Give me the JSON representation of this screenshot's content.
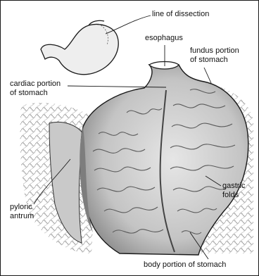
{
  "labels": {
    "line_of_dissection": "line of dissection",
    "esophagus": "esophagus",
    "fundus": "fundus portion\nof stomach",
    "cardiac": "cardiac portion\nof stomach",
    "gastric_folds": "gastric\nfolds",
    "pyloric_antrum": "pyloric\nantrum",
    "body": "body portion of stomach"
  },
  "colors": {
    "ink": "#1a1a1a",
    "tissue": "#d9d9d9",
    "mucosa": "#bdbdbd",
    "shadow": "#8a8a8a",
    "background": "#ffffff"
  }
}
